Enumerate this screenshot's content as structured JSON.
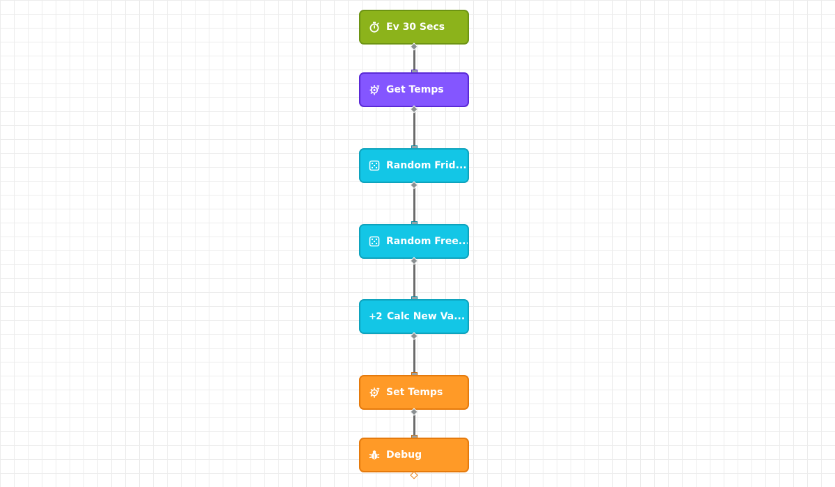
{
  "flow": {
    "nodes": [
      {
        "id": "ev30",
        "label": "Ev 30 Secs",
        "icon": "stopwatch-icon",
        "fill": "#8cb31b",
        "border": "#6d9413",
        "port_color": "#5e7f12"
      },
      {
        "id": "get_temps",
        "label": "Get Temps",
        "icon": "hook-gear-icon",
        "fill": "#8456ff",
        "border": "#5a29d6",
        "port_color": "#4f2ac0"
      },
      {
        "id": "random_fridge",
        "label": "Random Frid...",
        "icon": "dice-icon",
        "fill": "#13c6e6",
        "border": "#0ea3bd",
        "port_color": "#0c8aa1"
      },
      {
        "id": "random_freezer",
        "label": "Random Free...",
        "icon": "dice-icon",
        "fill": "#13c6e6",
        "border": "#0ea3bd",
        "port_color": "#0c8aa1"
      },
      {
        "id": "calc_new_values",
        "label": "Calc New Va...",
        "icon": "plus-two-icon",
        "icon_text": "+2",
        "fill": "#13c6e6",
        "border": "#0ea3bd",
        "port_color": "#0c8aa1"
      },
      {
        "id": "set_temps",
        "label": "Set Temps",
        "icon": "hook-gear-icon",
        "fill": "#ff9a27",
        "border": "#e57a0c",
        "port_color": "#c56a0c"
      },
      {
        "id": "debug",
        "label": "Debug",
        "icon": "bug-icon",
        "fill": "#ff9a27",
        "border": "#e57a0c",
        "port_color": "#c56a0c"
      }
    ]
  }
}
